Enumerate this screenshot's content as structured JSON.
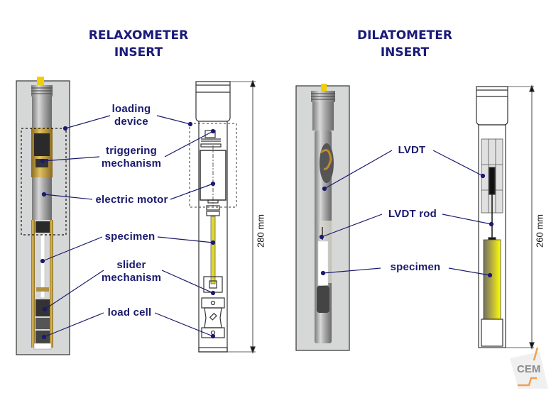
{
  "relaxometer": {
    "title_line1": "RELAXOMETER",
    "title_line2": "INSERT",
    "labels": {
      "loading_device_1": "loading",
      "loading_device_2": "device",
      "triggering_1": "triggering",
      "triggering_2": "mechanism",
      "electric_motor": "electric motor",
      "specimen": "specimen",
      "slider_1": "slider",
      "slider_2": "mechanism",
      "load_cell": "load cell"
    },
    "dimension": "280 mm"
  },
  "dilatometer": {
    "title_line1": "DILATOMETER",
    "title_line2": "INSERT",
    "labels": {
      "lvdt": "LVDT",
      "lvdt_rod": "LVDT rod",
      "specimen": "specimen"
    },
    "dimension": "260 mm"
  },
  "logo": {
    "text": "CEM",
    "accent": "#f0a050"
  },
  "colors": {
    "label": "#1a1a6e",
    "title": "#1a1a7a",
    "specimen_yellow": "#e8e000"
  }
}
